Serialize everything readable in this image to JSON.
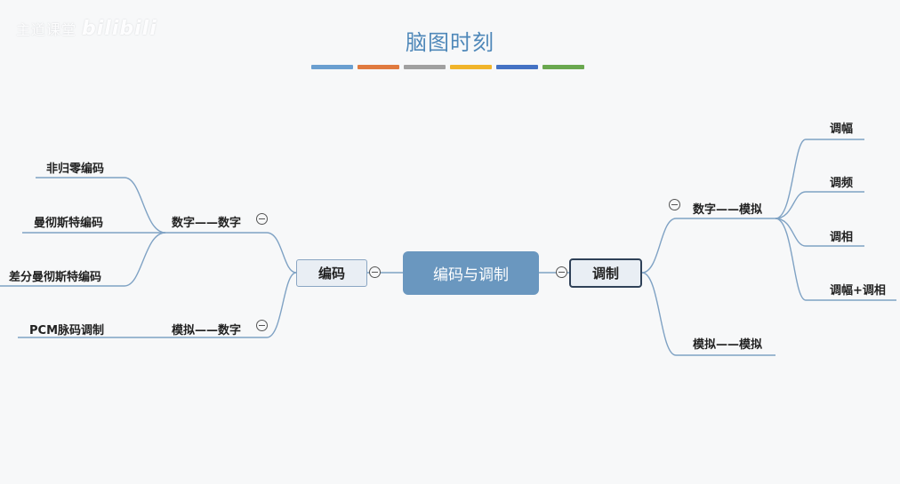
{
  "watermark": {
    "text": "主道课堂",
    "brand": "bilibili"
  },
  "title": "脑图时刻",
  "color_bar": [
    "#6a9fd0",
    "#e07a3f",
    "#a0a0a0",
    "#f0b42a",
    "#4472c4",
    "#6aa84f"
  ],
  "root": {
    "label": "编码与调制"
  },
  "left": {
    "label": "编码",
    "digital": {
      "label": "数字——数字",
      "children": [
        "非归零编码",
        "曼彻斯特编码",
        "差分曼彻斯特编码"
      ]
    },
    "analog": {
      "label": "模拟——数字",
      "children": [
        "PCM脉码调制"
      ]
    }
  },
  "right": {
    "label": "调制",
    "digital": {
      "label": "数字——模拟",
      "children": [
        "调幅",
        "调频",
        "调相",
        "调幅+调相"
      ]
    },
    "analog": {
      "label": "模拟——模拟"
    }
  },
  "colors": {
    "line": "#7fa2c4",
    "root_fill": "#6a97bf",
    "title": "#4f88b9"
  }
}
